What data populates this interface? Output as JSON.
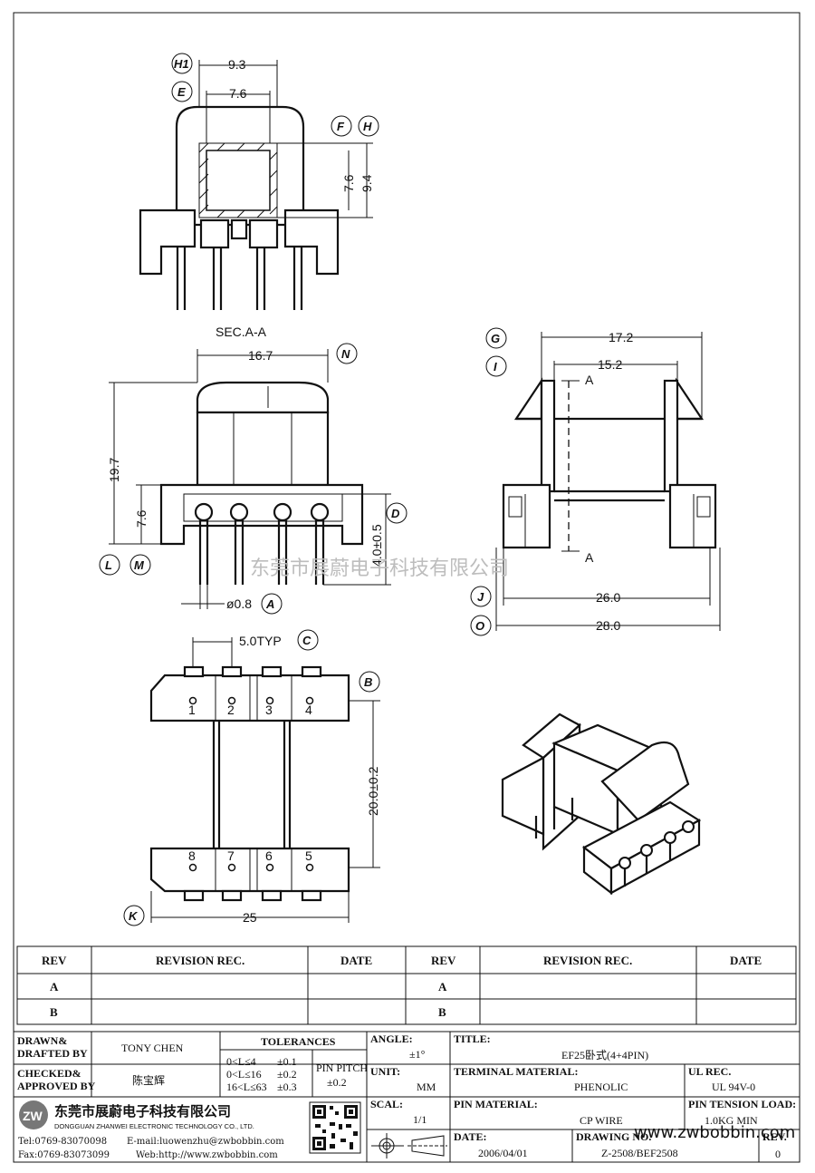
{
  "views": {
    "section_label": "SEC.A-A",
    "section_dims": [
      "9.3",
      "7.6",
      "7.6",
      "9.4"
    ],
    "front_dims": [
      "16.7",
      "19.7",
      "7.6",
      "4.0±0.5",
      "ø0.8"
    ],
    "side_dims": [
      "17.2",
      "15.2",
      "26.0",
      "28.0"
    ],
    "section_marker": "A",
    "bottom_dims": [
      "5.0TYP",
      "20.0±0.2",
      "25"
    ],
    "pins_top": [
      "1",
      "2",
      "3",
      "4"
    ],
    "pins_bottom": [
      "8",
      "7",
      "6",
      "5"
    ]
  },
  "bubbles": [
    "H1",
    "E",
    "F",
    "H",
    "N",
    "D",
    "L",
    "M",
    "A",
    "G",
    "I",
    "J",
    "O",
    "C",
    "B",
    "K"
  ],
  "watermark": "东莞市展蔚电子科技有限公司",
  "revision": {
    "headers": [
      "REV",
      "REVISION REC.",
      "DATE",
      "REV",
      "REVISION REC.",
      "DATE"
    ],
    "rows": [
      "A",
      "B"
    ]
  },
  "title_block": {
    "drawn_label": "DRAWN&",
    "drafted_label": "DRAFTED BY",
    "drawn_by": "TONY CHEN",
    "checked_label": "CHECKED&",
    "approved_label": "APPROVED BY",
    "approved_by": "陈宝辉",
    "tolerances_label": "TOLERANCES",
    "tol_ranges": [
      "0<L≤4",
      "0<L≤16",
      "16<L≤63"
    ],
    "tol_values": [
      "±0.1",
      "±0.2",
      "±0.3"
    ],
    "pin_pitch_label": "PIN PITCH",
    "pin_pitch_value": "±0.2",
    "angle_label": "ANGLE:",
    "angle_value": "±1°",
    "unit_label": "UNIT:",
    "unit_value": "MM",
    "scale_label": "SCAL:",
    "scale_value": "1/1",
    "title_label": "TITLE:",
    "title_value": "EF25卧式(4+4PIN)",
    "terminal_label": "TERMINAL MATERIAL:",
    "terminal_value": "PHENOLIC",
    "ul_label": "UL REC.",
    "ul_value": "UL 94V-0",
    "pin_material_label": "PIN MATERIAL:",
    "pin_material_value": "CP WIRE",
    "tension_label": "PIN TENSION LOAD:",
    "tension_value": "1.0KG MIN",
    "date_label": "DATE:",
    "date_value": "2006/04/01",
    "drawing_label": "DRAWING NO.",
    "drawing_value": "Z-2508/BEF2508",
    "rev_label": "REV.",
    "rev_value": "0",
    "company_cn": "东莞市展蔚电子科技有限公司",
    "company_en": "DONGGUAN ZHANWEI ELECTRONIC TECHNOLOGY CO., LTD.",
    "tel": "Tel:0769-83070098",
    "email": "E-mail:luowenzhu@zwbobbin.com",
    "fax": "Fax:0769-83073099",
    "web": "Web:http://www.zwbobbin.com",
    "logo_text": "ZW",
    "url_watermark": "www.zwbobbin.com"
  }
}
